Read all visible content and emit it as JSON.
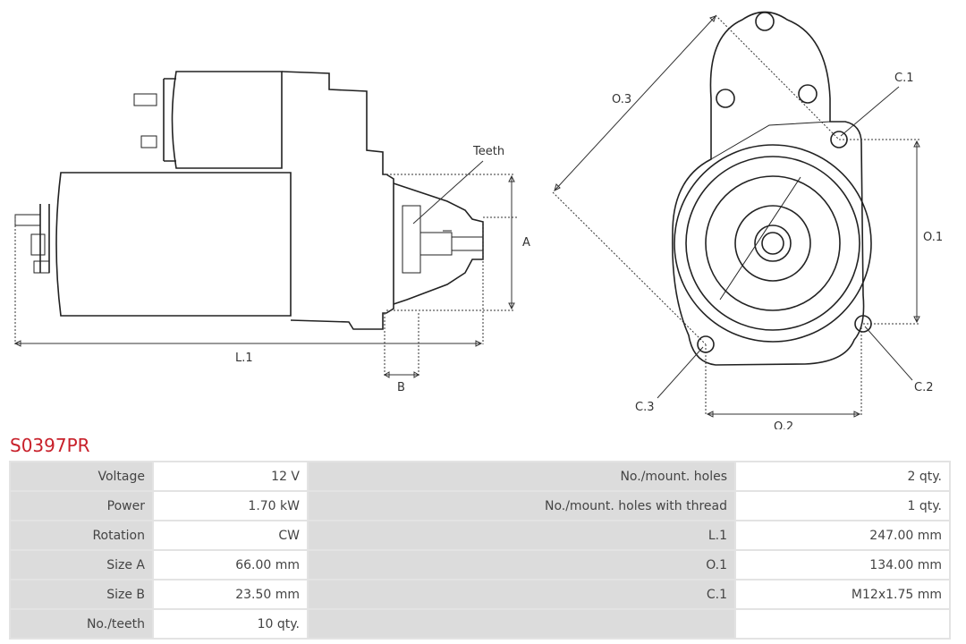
{
  "product": {
    "code": "S0397PR"
  },
  "drawing": {
    "side_view_labels": {
      "teeth": "Teeth",
      "a": "A",
      "l1": "L.1",
      "b": "B"
    },
    "front_view_labels": {
      "o3": "O.3",
      "c1": "C.1",
      "o1": "O.1",
      "c2": "C.2",
      "c3": "C.3",
      "o2": "O.2"
    }
  },
  "specs": [
    {
      "label": "Voltage",
      "value": "12 V",
      "label2": "No./mount. holes",
      "value2": "2 qty."
    },
    {
      "label": "Power",
      "value": "1.70 kW",
      "label2": "No./mount. holes with thread",
      "value2": "1 qty."
    },
    {
      "label": "Rotation",
      "value": "CW",
      "label2": "L.1",
      "value2": "247.00 mm"
    },
    {
      "label": "Size A",
      "value": "66.00 mm",
      "label2": "O.1",
      "value2": "134.00 mm"
    },
    {
      "label": "Size B",
      "value": "23.50 mm",
      "label2": "C.1",
      "value2": "M12x1.75 mm"
    },
    {
      "label": "No./teeth",
      "value": "10 qty.",
      "label2": "",
      "value2": ""
    }
  ],
  "colors": {
    "title": "#c8202a",
    "label_cell": "#dcdcdc",
    "value_cell": "#ffffff"
  }
}
